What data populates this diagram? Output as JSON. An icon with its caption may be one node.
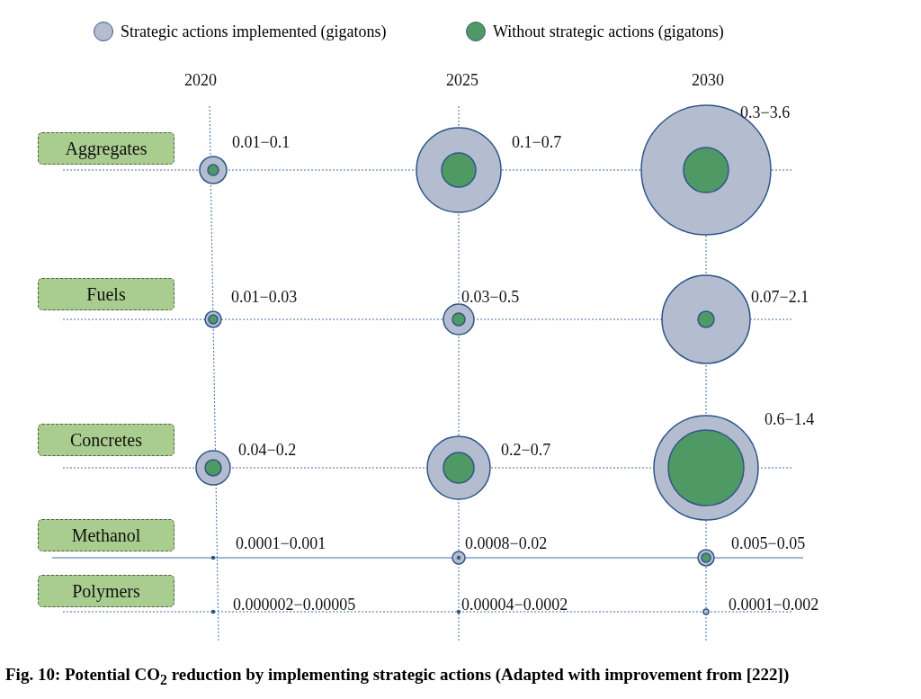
{
  "diagram": {
    "caption": "Fig. 10: Potential CO$_{2}$ reduction by implementing strategic actions (Adapted with improvement from [222])",
    "nodes": [
      {
        "text": [
          "Aggregates"
        ]
      },
      {
        "text": [
          "Fuels"
        ]
      },
      {
        "text": [
          "Concretes"
        ]
      },
      {
        "text": [
          "Methanol"
        ]
      },
      {
        "text": [
          "Polymers"
        ]
      }
    ],
    "edges": [],
    "labels": [
      "2020",
      "2025",
      "2030",
      "0.01−0.1",
      "0.1−0.7",
      "0.3−3.6",
      "0.01−0.03",
      "0.03−0.5",
      "0.07−2.1",
      "0.04−0.2",
      "0.2−0.7",
      "0.6−1.4",
      "0.0001−0.001",
      "0.0008−0.02",
      "0.005−0.05",
      "0.000002−0.00005",
      "0.00004−0.0002",
      "0.0001−0.002"
    ],
    "legend": [
      {
        "text": "Strategic actions implemented (gigatons)",
        "color": "#b4bdd0"
      },
      {
        "text": "Without strategic actions (gigatons)",
        "color": "#4f9a64"
      }
    ]
  }
}
